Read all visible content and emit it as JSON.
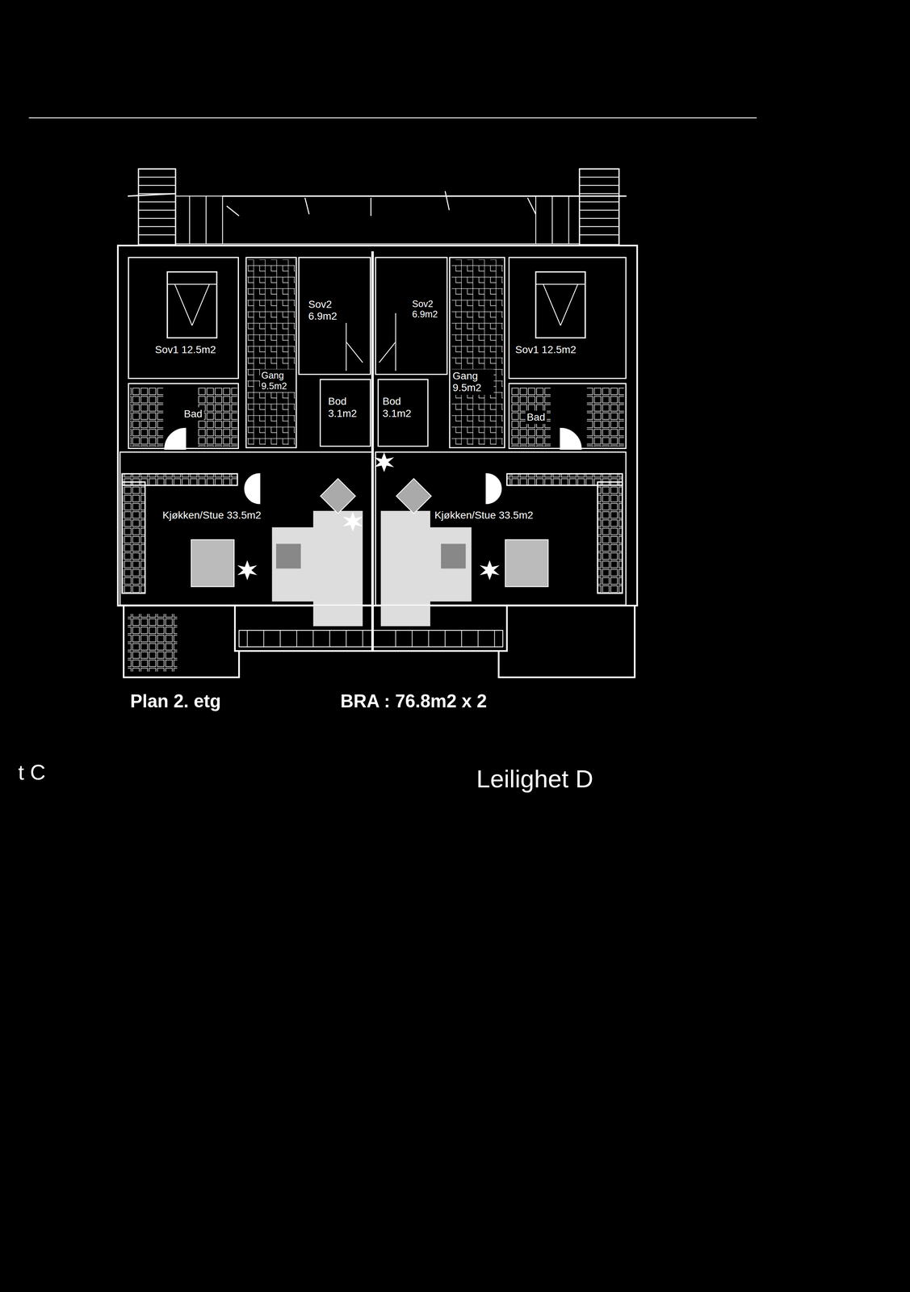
{
  "diagram": {
    "nodes": [
      {
        "text": [
          "Sov1 12.5m2"
        ]
      },
      {
        "text": [
          "Sov2 6.9m2"
        ]
      },
      {
        "text": [
          "Sov2 6.9m2"
        ]
      },
      {
        "text": [
          "Sov1 12.5m2"
        ]
      },
      {
        "text": [
          "Gang 9.5m2"
        ]
      },
      {
        "text": [
          "Bod 3.1m2"
        ]
      },
      {
        "text": [
          "Bod 3.1m2"
        ]
      },
      {
        "text": [
          "Gang 9.5m2"
        ]
      },
      {
        "text": [
          "Bad"
        ]
      },
      {
        "text": [
          "Bad"
        ]
      },
      {
        "text": [
          "Kjøkken/Stue 33.5m2"
        ]
      },
      {
        "text": [
          "Kjøkken/Stue 33.5m2"
        ]
      }
    ],
    "labels": [
      "Plan 2. etg",
      "BRA : 76.8m2 x 2",
      "t C",
      "Leilighet D"
    ]
  }
}
